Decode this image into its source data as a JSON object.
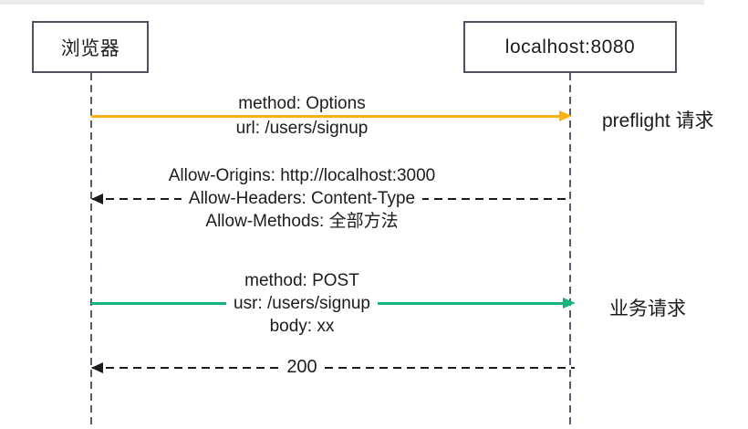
{
  "diagram": {
    "type": "sequence-diagram",
    "topic": "CORS preflight and business request flow",
    "actors": [
      {
        "id": "browser",
        "label": "浏览器"
      },
      {
        "id": "server",
        "label": "localhost:8080"
      }
    ],
    "messages": [
      {
        "id": "preflight-request",
        "from": "browser",
        "to": "server",
        "style": "solid",
        "color": "#f9b115",
        "lines": [
          "method: Options",
          "url: /users/signup"
        ],
        "annotation": "preflight 请求"
      },
      {
        "id": "preflight-response",
        "from": "server",
        "to": "browser",
        "style": "dashed",
        "color": "#1b1b1b",
        "lines": [
          "Allow-Origins: http://localhost:3000",
          "Allow-Headers: Content-Type",
          "Allow-Methods: 全部方法"
        ],
        "annotation": ""
      },
      {
        "id": "business-request",
        "from": "browser",
        "to": "server",
        "style": "solid",
        "color": "#16b57f",
        "lines": [
          "method: POST",
          "usr: /users/signup",
          "body: xx"
        ],
        "annotation": "业务请求"
      },
      {
        "id": "business-response",
        "from": "server",
        "to": "browser",
        "style": "dashed",
        "color": "#1b1b1b",
        "lines": [
          "200"
        ],
        "annotation": ""
      }
    ],
    "colors": {
      "preflight_arrow": "#f9b115",
      "business_arrow": "#16b57f",
      "response_arrow": "#1b1b1b",
      "lifeline": "#5a5a6c",
      "actor_border": "#50505e",
      "background": "#ffffff"
    }
  }
}
